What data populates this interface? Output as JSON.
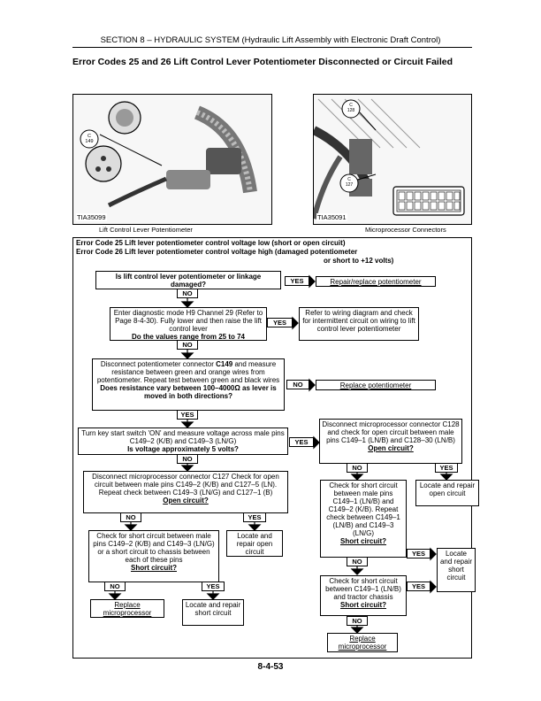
{
  "header": {
    "section": "SECTION 8 – HYDRAULIC SYSTEM (Hydraulic Lift Assembly with Electronic Draft Control)",
    "title": "Error Codes 25 and 26 Lift Control Lever Potentiometer Disconnected or Circuit Failed"
  },
  "figures": {
    "left": {
      "id": "TIA35099",
      "caption": "Lift Control Lever Potentiometer",
      "callout": "C\n149"
    },
    "right": {
      "id": "TIA35091",
      "caption": "Microprocessor Connectors",
      "callout_top": "C\n128",
      "callout_bottom": "C\n127"
    }
  },
  "error_codes": {
    "line1": "Error Code 25 Lift lever potentiometer control voltage low (short or open circuit)",
    "line2": "Error Code 26 Lift lever potentiometer control voltage high (damaged potentiometer",
    "line3": "or short to +12 volts)"
  },
  "labels": {
    "yes": "YES",
    "no": "NO"
  },
  "steps": {
    "s1": {
      "text": "Is lift control lever potentiometer or linkage damaged?"
    },
    "s1_yes": {
      "text": "Repair/replace potentiometer"
    },
    "s2": {
      "text": "Enter diagnostic mode H9 Channel 29 (Refer to Page 8-4-30). Fully lower and then raise the lift control  lever",
      "question": "Do the values range from 25 to 74"
    },
    "s2_yes": {
      "text": "Refer to wiring diagram and check for intermittent circuit on wiring to lift control lever potentiometer"
    },
    "s3": {
      "text_a": "Disconnect potentiometer connector ",
      "connector": "C149",
      "text_b": " and measure resistance between green and orange wires from potentiometer. Repeat test between green and black wires",
      "question": "Does resistance vary between 100–4000Ω as lever is moved in both directions?"
    },
    "s3_no": {
      "text": "Replace potentiometer"
    },
    "s4": {
      "text": "Turn key start switch 'ON' and measure voltage across male pins C149–2 (K/B) and C149–3 (LN/G)",
      "question": "Is voltage approximately 5 volts?"
    },
    "s5": {
      "text": "Disconnect microprocessor connector C128 and check for open circuit between male pins C149–1 (LN/B) and C128–30 (LN/B)",
      "question": "Open circuit?"
    },
    "s5_yes": {
      "text": "Locate and repair open circuit"
    },
    "s6": {
      "text": "Disconnect microprocessor connector C127 Check for open circuit between male pins C149–2 (K/B) and C127–5 (LN). Repeat check between C149–3 (LN/G) and C127–1 (B)",
      "question": "Open circuit?"
    },
    "s6_yes": {
      "text": "Locate and repair open circuit"
    },
    "s7": {
      "text": "Check for short circuit between male pins C149–2 (K/B) and C149–3 (LN/G) or a short circuit to chassis between each of these pins",
      "question": "Short circuit?"
    },
    "s7_no": {
      "text": "Replace microprocessor"
    },
    "s7_yes": {
      "text": "Locate and repair short circuit"
    },
    "s8": {
      "text": "Check for short circuit between male pins C149–1 (LN/B) and C149–2 (K/B). Repeat check between C149–1 (LN/B) and C149–3 (LN/G)",
      "question": "Short circuit?"
    },
    "s8_yes": {
      "text": "Locate and repair short circuit"
    },
    "s9": {
      "text": "Check for short circuit between C149–1 (LN/B) and tractor chassis",
      "question": "Short circuit?"
    },
    "s9_no": {
      "text": "Replace microprocessor"
    }
  },
  "footer": {
    "page": "8-4-53"
  }
}
